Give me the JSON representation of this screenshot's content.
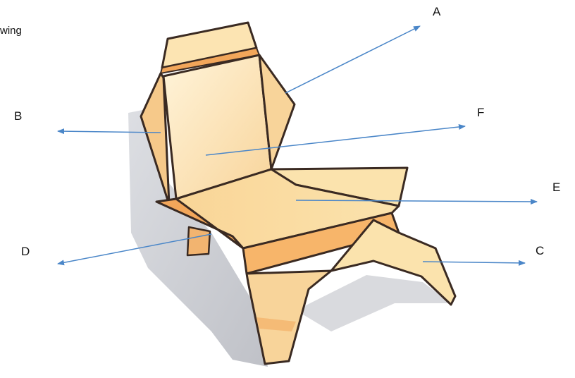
{
  "text_fragment": "wing",
  "labels": {
    "A": "A",
    "B": "B",
    "C": "C",
    "D": "D",
    "E": "E",
    "F": "F"
  },
  "colors": {
    "arrow": "#4a86c8",
    "chair_light": "#fbe3ad",
    "chair_mid": "#f6c98a",
    "chair_orange": "#f2a65a",
    "outline": "#3a2a22",
    "shadow": "#c4c6cc"
  }
}
